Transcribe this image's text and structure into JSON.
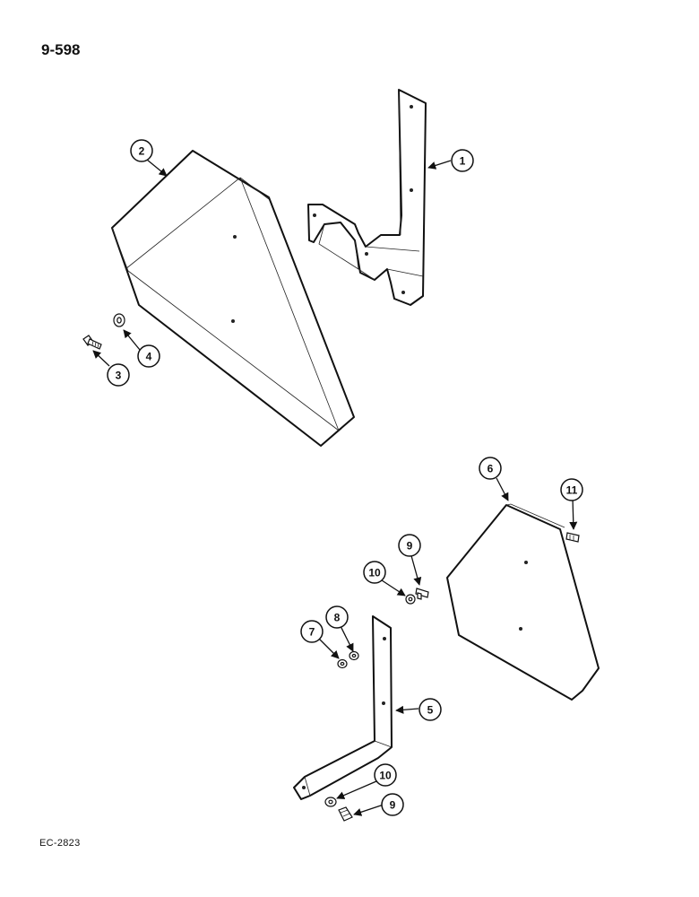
{
  "page": {
    "number": "9-598",
    "code": "EC-2823"
  },
  "callouts": {
    "c1": "1",
    "c2": "2",
    "c3": "3",
    "c4": "4",
    "c5": "5",
    "c6": "6",
    "c7": "7",
    "c8": "8",
    "c9a": "9",
    "c9b": "9",
    "c10a": "10",
    "c10b": "10",
    "c11": "11"
  }
}
